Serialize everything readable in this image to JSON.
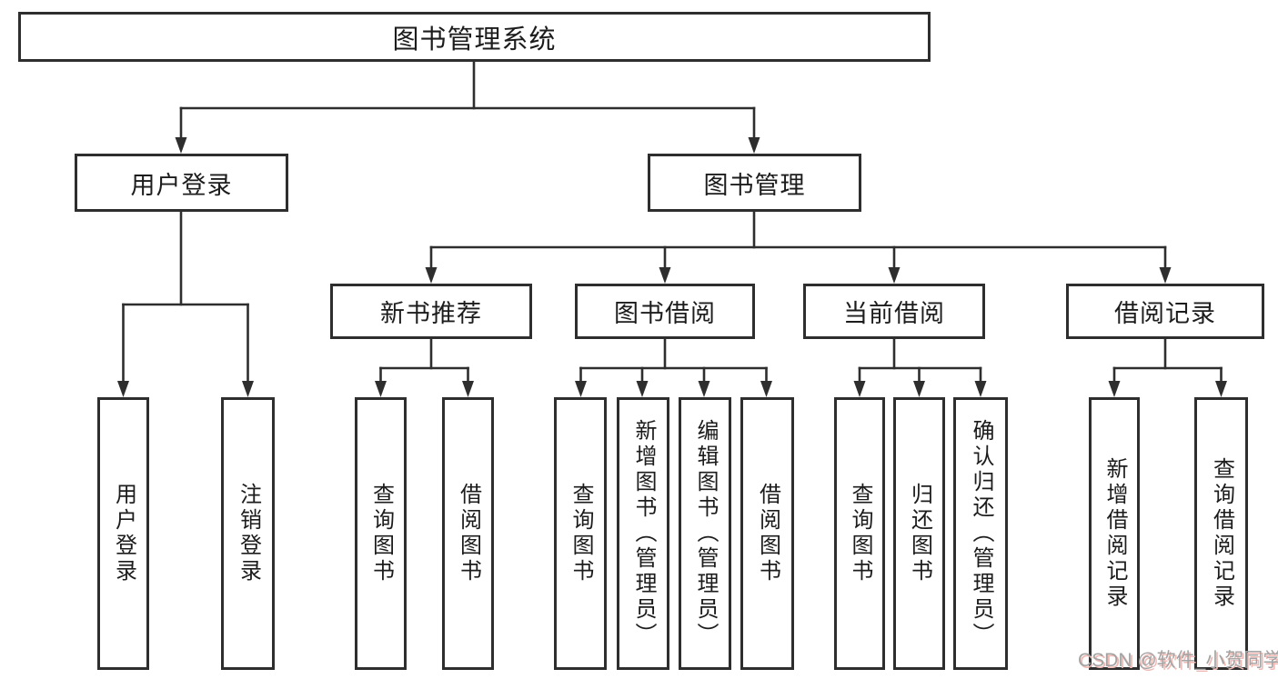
{
  "diagram": {
    "root": "图书管理系统",
    "level2": [
      "用户登录",
      "图书管理"
    ],
    "level3": [
      "新书推荐",
      "图书借阅",
      "当前借阅",
      "借阅记录"
    ],
    "leaves": {
      "login": [
        "用户登录",
        "注销登录"
      ],
      "recommend": [
        "查询图书",
        "借阅图书"
      ],
      "borrow": [
        "查询图书",
        "新增图书（管理员）",
        "编辑图书（管理员）",
        "借阅图书"
      ],
      "current": [
        "查询图书",
        "归还图书",
        "确认归还（管理员）"
      ],
      "records": [
        "新增借阅记录",
        "查询借阅记录"
      ]
    }
  },
  "watermark": "CSDN @软件_小贺同学",
  "colors": {
    "stroke": "#2e2e2e",
    "text": "#1c1c1c",
    "watermark": "#a3a3a3",
    "watermark-shadow": "#efb9b4"
  }
}
